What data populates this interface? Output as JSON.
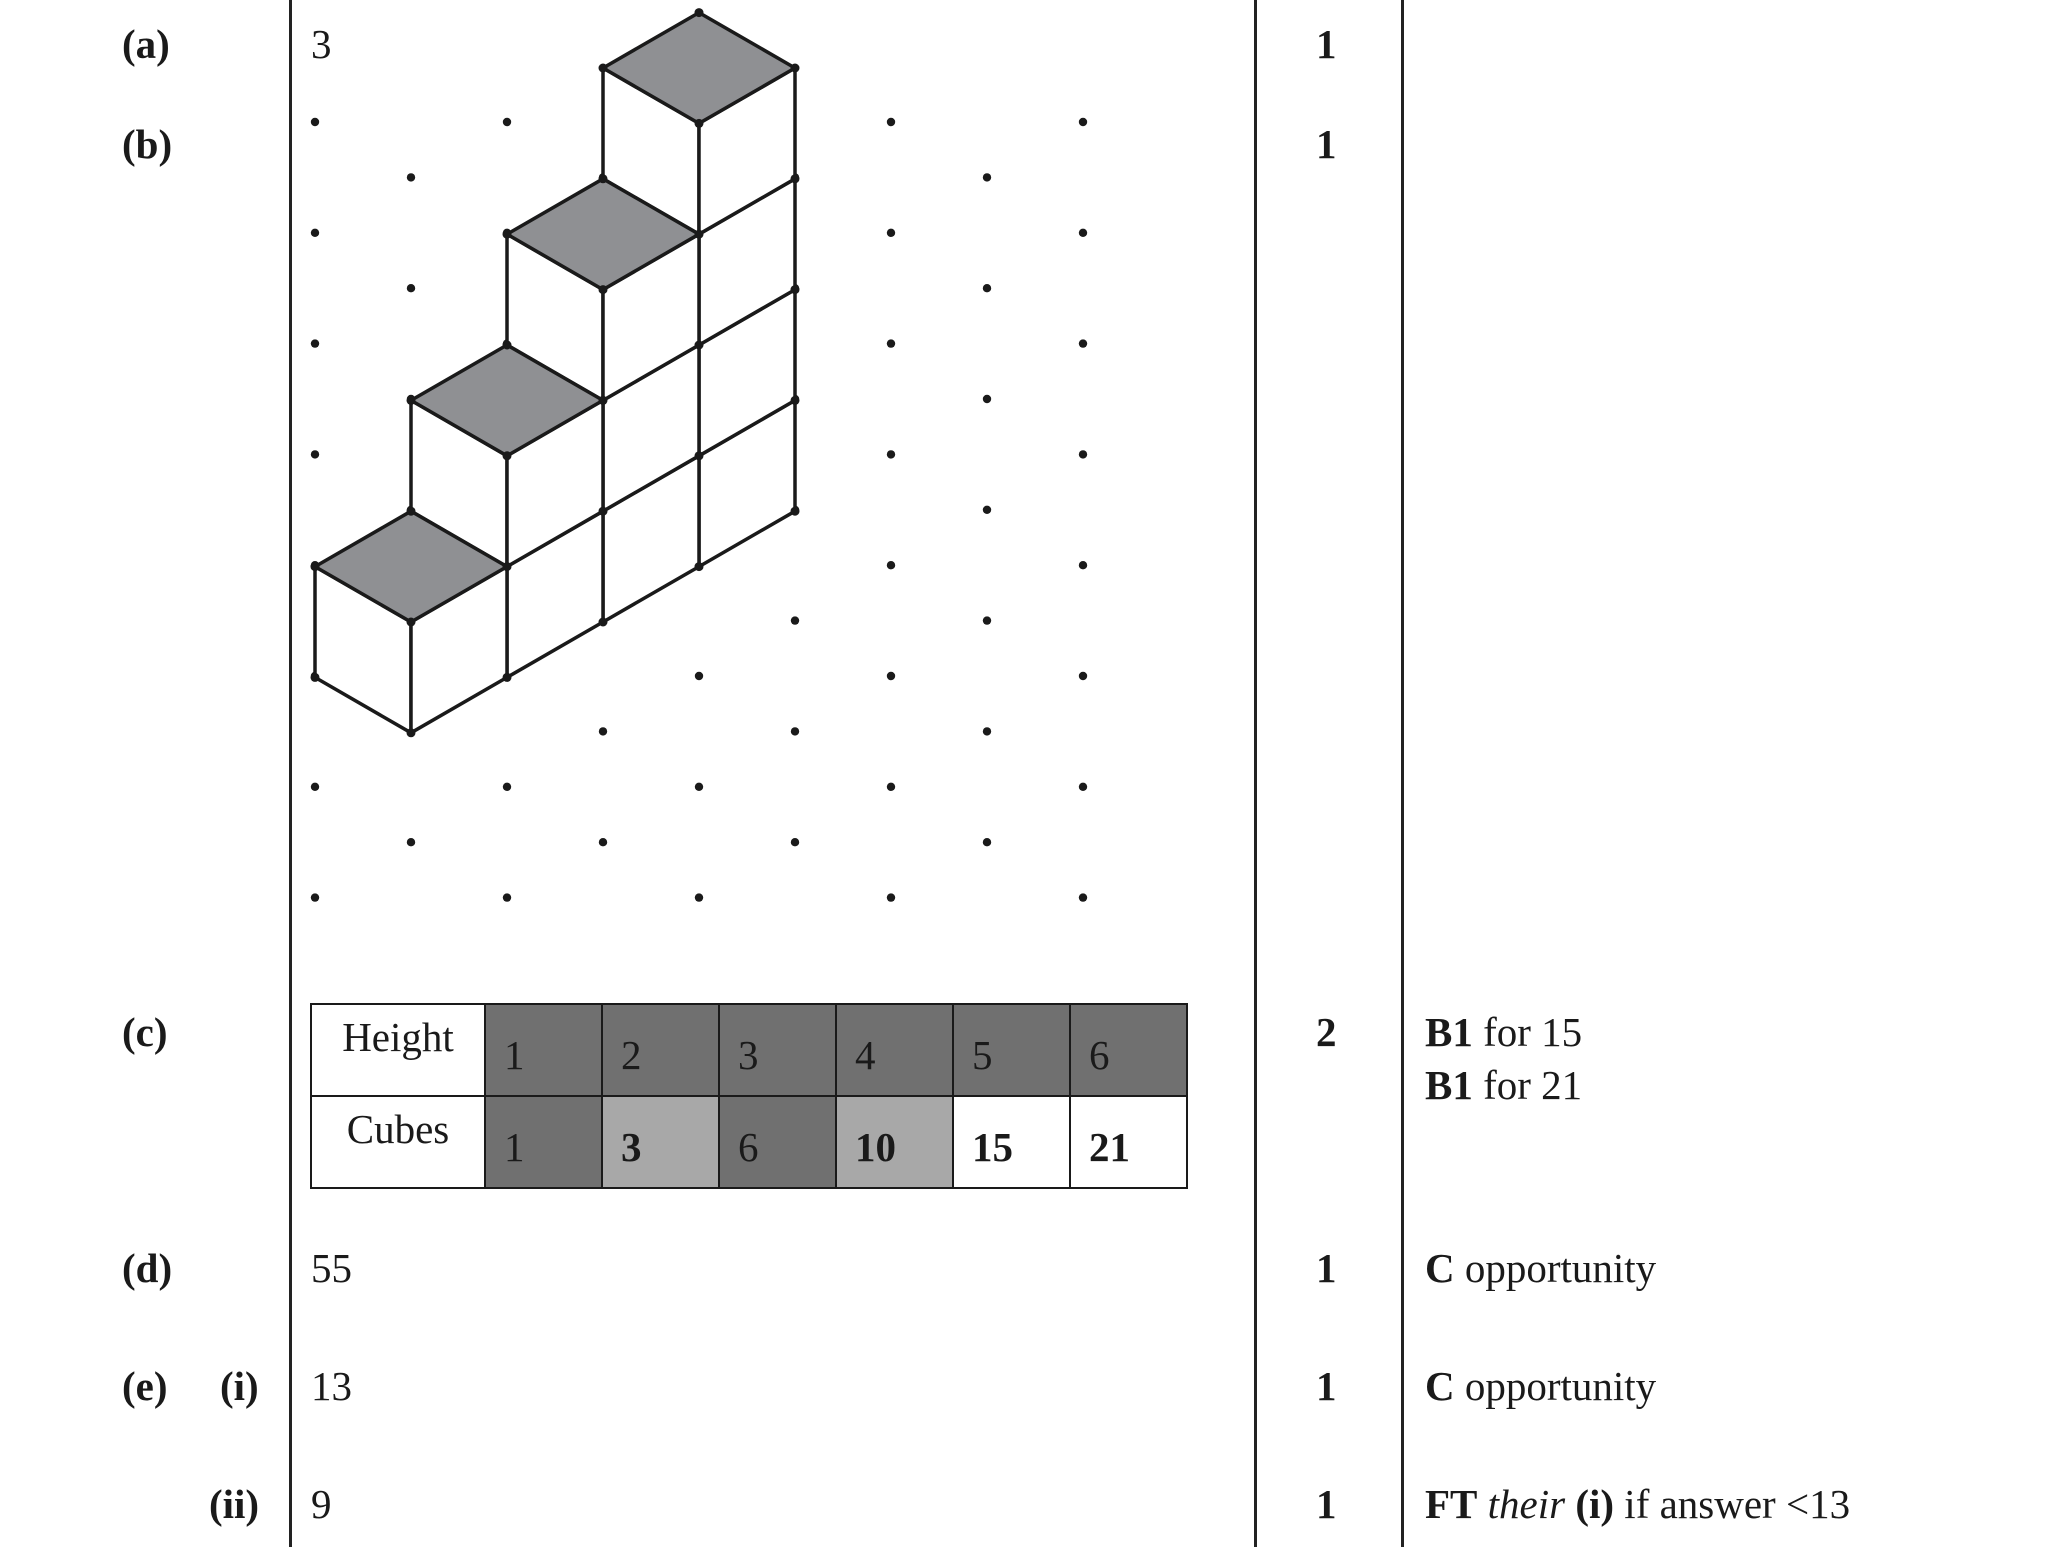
{
  "parts": {
    "a": {
      "label": "(a)",
      "answer": "3",
      "mark": "1"
    },
    "b": {
      "label": "(b)",
      "mark": "1"
    },
    "c": {
      "label": "(c)",
      "mark": "2",
      "notes": [
        {
          "code": "B1",
          "text": " for 15"
        },
        {
          "code": "B1",
          "text": " for 21"
        }
      ]
    },
    "d": {
      "label": "(d)",
      "answer": "55",
      "mark": "1",
      "note_code": "C",
      "note_text": " opportunity"
    },
    "e": {
      "label": "(e)",
      "i": {
        "label": "(i)",
        "answer": "13",
        "mark": "1",
        "note_code": "C",
        "note_text": " opportunity"
      },
      "ii": {
        "label": "(ii)",
        "answer": "9",
        "mark": "1",
        "note_code": "FT",
        "note_their": "their",
        "note_part": "(i)",
        "note_text": " if answer <13"
      }
    }
  },
  "table": {
    "row_labels": [
      "Height",
      "Cubes"
    ],
    "heights": [
      "1",
      "2",
      "3",
      "4",
      "5",
      "6"
    ],
    "cubes": [
      "1",
      "3",
      "6",
      "10",
      "15",
      "21"
    ]
  },
  "colors": {
    "top_face": "#8f9093",
    "dark_cell": "#707070",
    "light_cell": "#a8a8a8"
  }
}
